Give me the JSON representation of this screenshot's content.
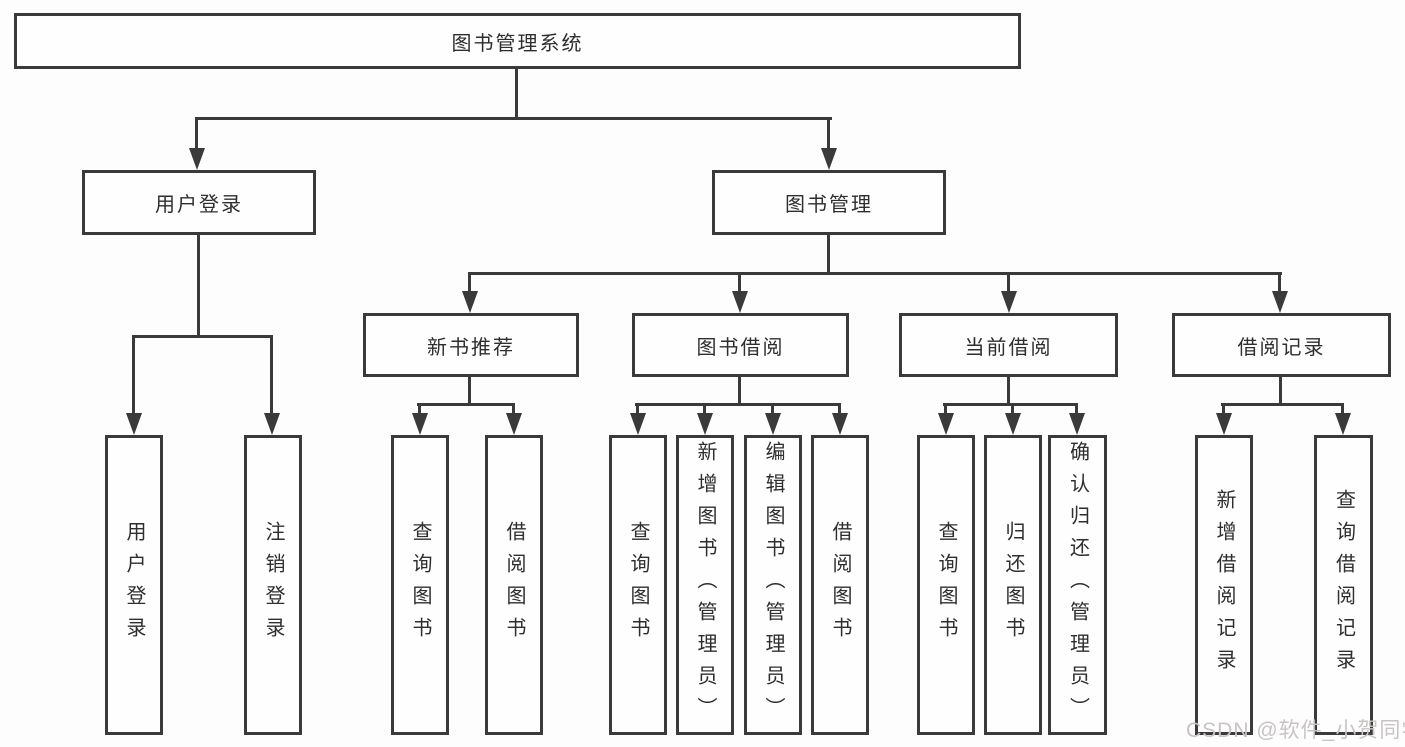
{
  "tree": {
    "root": "图书管理系统",
    "branches": [
      {
        "label": "用户登录",
        "leaves": [
          "用户登录",
          "注销登录"
        ]
      },
      {
        "label": "图书管理",
        "groups": [
          {
            "label": "新书推荐",
            "leaves": [
              "查询图书",
              "借阅图书"
            ]
          },
          {
            "label": "图书借阅",
            "leaves": [
              "查询图书",
              "新增图书（管理员）",
              "编辑图书（管理员）",
              "借阅图书"
            ]
          },
          {
            "label": "当前借阅",
            "leaves": [
              "查询图书",
              "归还图书",
              "确认归还（管理员）"
            ]
          },
          {
            "label": "借阅记录",
            "leaves": [
              "新增借阅记录",
              "查询借阅记录"
            ]
          }
        ]
      }
    ]
  },
  "watermark": {
    "text": "CSDN @软件_小贺同学"
  },
  "colors": {
    "line": "#3a3a3a",
    "text": "#2e2e2e",
    "background": "#fdfdfd",
    "watermark": "#c9c4c4"
  }
}
